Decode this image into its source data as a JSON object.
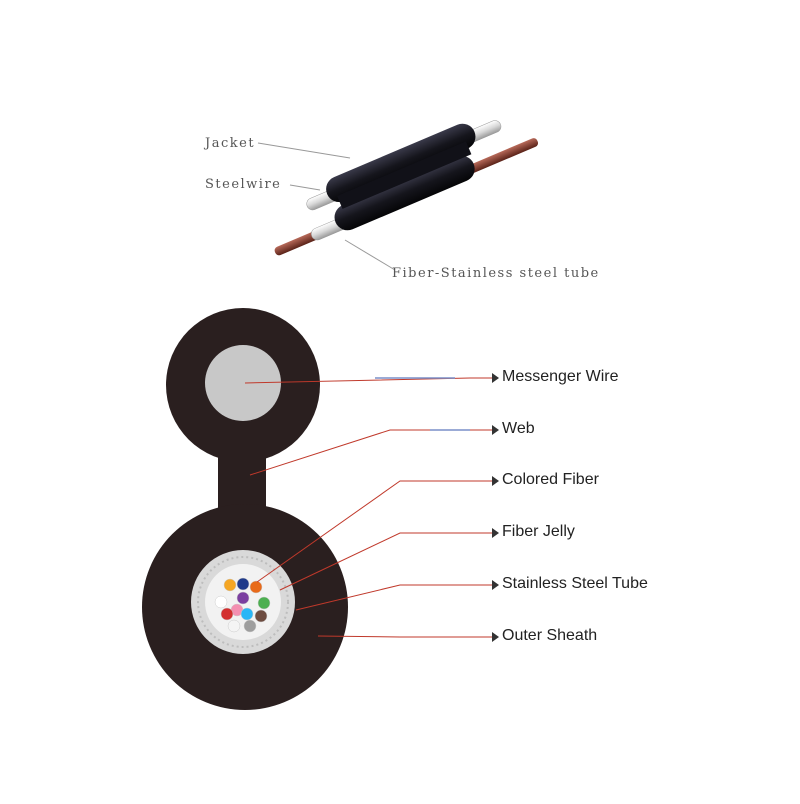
{
  "top_view": {
    "labels": [
      {
        "id": "jacket",
        "text": "Jacket"
      },
      {
        "id": "steelwire",
        "text": "Steelwire"
      },
      {
        "id": "fiber_tube",
        "text": "Fiber-Stainless steel tube"
      }
    ]
  },
  "cross_section": {
    "labels": [
      {
        "id": "messenger_wire",
        "text": "Messenger Wire"
      },
      {
        "id": "web",
        "text": "Web"
      },
      {
        "id": "colored_fiber",
        "text": "Colored Fiber"
      },
      {
        "id": "fiber_jelly",
        "text": "Fiber Jelly"
      },
      {
        "id": "stainless_tube",
        "text": "Stainless Steel Tube"
      },
      {
        "id": "outer_sheath",
        "text": "Outer Sheath"
      }
    ],
    "fiber_colors": [
      "#f5a623",
      "#1f3a8a",
      "#e86a1a",
      "#ffffff",
      "#7b3fa0",
      "#f48fb1",
      "#4caf50",
      "#d32f2f",
      "#29b6f6",
      "#6d4c41",
      "#9e9e9e",
      "#f4f4f4"
    ]
  },
  "colors": {
    "sheath": "#2a1f1f",
    "messenger": "#c8c8c8",
    "tube": "#d9d9d9",
    "leader_red": "#c0392b",
    "leader_blue": "#7a8fc8",
    "leader_gray": "#999999"
  }
}
